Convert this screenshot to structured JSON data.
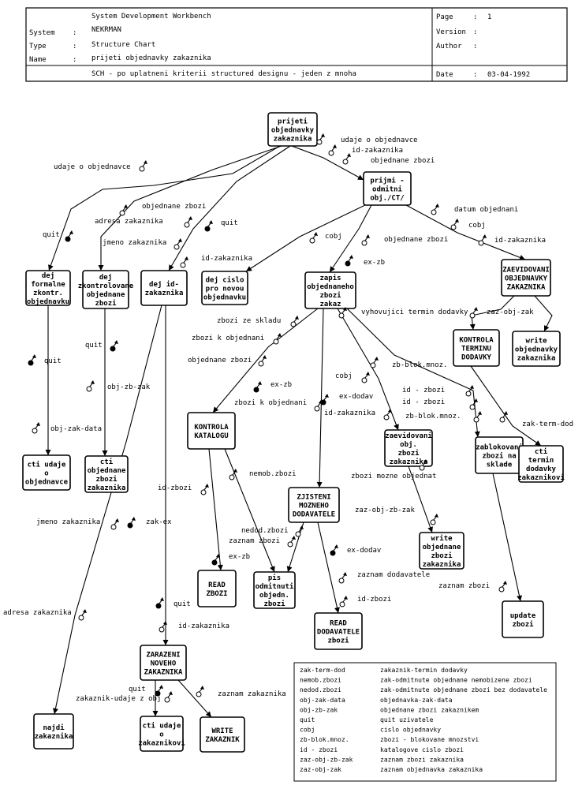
{
  "header": {
    "workbench": "System Development Workbench",
    "system_label": "System",
    "system_value": "NEKRMAN",
    "type_label": "Type",
    "type_value": "Structure Chart",
    "name_label": "Name",
    "name_value": "prijeti objednavky zakaznika",
    "description": "SCH - po uplatneni kriterii structured designu - jeden z mnoha",
    "page_label": "Page",
    "page_value": "1",
    "version_label": "Version",
    "version_value": "",
    "author_label": "Author",
    "author_value": "",
    "date_label": "Date",
    "date_value": "03-04-1992",
    "colon": ":"
  },
  "modules": {
    "prijeti": [
      "prijeti",
      "objednavky",
      "zakaznika"
    ],
    "prijmi": [
      "prijmi -",
      "odmitni",
      "obj./CT/"
    ],
    "dej_formalne": [
      "dej",
      "formalne",
      "zkontr.",
      "objednavku"
    ],
    "dej_zkontr": [
      "dej",
      "zkontrolovane",
      "objednane",
      "zbozi"
    ],
    "dej_id": [
      "dej id-",
      "zakaznika"
    ],
    "dej_cislo": [
      "dej cislo",
      "pro novou",
      "objednavku"
    ],
    "zapis": [
      "zapis",
      "objednaneho",
      "zbozi",
      "zakaz"
    ],
    "zaevidovani_obj": [
      "ZAEVIDOVANI",
      "OBJEDNAVKY",
      "ZAKAZNIKA"
    ],
    "kontrola_terminu": [
      "KONTROLA",
      "TERMINU",
      "DODAVKY"
    ],
    "write_obj_zak": [
      "write",
      "objednavky",
      "zakaznika"
    ],
    "cti_udaje_obj": [
      "cti udaje",
      "o",
      "objednavce"
    ],
    "cti_obj_zbozi": [
      "cti",
      "objednane",
      "zbozi",
      "zakaznika"
    ],
    "kontrola_katalogu": [
      "KONTROLA",
      "KATALOGU"
    ],
    "zjisteni": [
      "ZJISTENI",
      "MOZNEHO",
      "DODAVATELE"
    ],
    "zaevidovani_zbozi": [
      "zaevidovani",
      "obj.",
      "zbozi",
      "zakaznika"
    ],
    "zablokovani": [
      "zablokovani",
      "zbozi na",
      "sklade"
    ],
    "cti_termin": [
      "cti",
      "termin",
      "dodavky",
      "zakaznikovi"
    ],
    "read_zbozi": [
      "READ",
      "ZBOZI"
    ],
    "pis_odmitnuti": [
      "pis",
      "odmitnuti",
      "objedn.",
      "zbozi"
    ],
    "read_dodavatele": [
      "READ",
      "DODAVATELE",
      "zbozi"
    ],
    "write_objednane": [
      "write",
      "objednane",
      "zbozi",
      "zakaznika"
    ],
    "update_zbozi": [
      "update",
      "zbozi"
    ],
    "zarazeni": [
      "ZARAZENI",
      "NOVEHO",
      "ZAKAZNIKA"
    ],
    "najdi": [
      "najdi",
      "zakaznika"
    ],
    "cti_udaje_zak": [
      "cti udaje",
      "o",
      "zakaznikovi"
    ],
    "write_zakaznik": [
      "WRITE",
      "ZAKAZNIK"
    ]
  },
  "couples": {
    "udaje_o_objednavce": "udaje o objednavce",
    "id_zakaznika": "id-zakaznika",
    "objednane_zbozi": "objednane zbozi",
    "udaje_o_objednavce_2": "udaje o objednavce",
    "quit_1": "quit",
    "objednane_zbozi_2": "objednane zbozi",
    "adresa_zakaznika": "adresa zakaznika",
    "quit_2": "quit",
    "jmeno_zakaznika": "jmeno zakaznika",
    "id_zakaznika_2": "id-zakaznika",
    "cobj": "cobj",
    "objednane_zbozi_3": "objednane zbozi",
    "ex_zb": "ex-zb",
    "datum_objednani": "datum objednani",
    "cobj_2": "cobj",
    "id_zakaznika_3": "id-zakaznika",
    "quit_3": "quit",
    "quit_4": "quit",
    "obj_zb_zak": "obj-zb-zak",
    "obj_zak_data": "obj-zak-data",
    "zbozi_ze_skladu": "zbozi ze skladu",
    "zbozi_k_objednani": "zbozi k objednani",
    "objednane_zbozi_4": "objednane zbozi",
    "vyhovujici_termin": "vyhovujici termin dodavky",
    "zaz_obj_zak": "zaz-obj-zak",
    "zb_blok_mnoz": "zb-blok.mnoz.",
    "cobj_3": "cobj",
    "ex_dodav": "ex-dodav",
    "id_zakaznika_4": "id-zakaznika",
    "id_zbozi": "id - zbozi",
    "id_zbozi_2": "id - zbozi",
    "zb_blok_mnoz_2": "zb-blok.mnoz.",
    "ex_zb_2": "ex-zb",
    "zbozi_k_objednani_2": "zbozi k objednani",
    "zak_term_dod": "zak-term-dod",
    "id_zbozi_3": "id-zbozi",
    "nemob_zbozi": "nemob.zbozi",
    "zbozi_mozne": "zbozi mozne objednat",
    "jmeno_zakaznika_2": "jmeno zakaznika",
    "zak_ex": "zak-ex",
    "nedod_zbozi": "nedod.zbozi",
    "zaznam_zbozi": "zaznam zbozi",
    "zaz_obj_zb_zak": "zaz-obj-zb-zak",
    "ex_dodav_2": "ex-dodav",
    "ex_zb_3": "ex-zb",
    "zaznam_dodavatele": "zaznam dodavatele",
    "adresa_zakaznika_2": "adresa zakaznika",
    "quit_5": "quit",
    "id_zbozi_4": "id-zbozi",
    "zaznam_zbozi_2": "zaznam zbozi",
    "id_zakaznika_5": "id-zakaznika",
    "zakaznik_udaje": "zakaznik-udaje z obj",
    "quit_6": "quit",
    "zaznam_zakaznika": "zaznam zakaznika"
  },
  "legend": [
    {
      "abbr": "zak-term-dod",
      "meaning": "zakaznik-termin dodavky"
    },
    {
      "abbr": "nemob.zbozi",
      "meaning": "zak-odmitnute objednane nemobizene zbozi"
    },
    {
      "abbr": "nedod.zbozi",
      "meaning": "zak-odmitnute objednane zbozi bez dodavatele"
    },
    {
      "abbr": "obj-zak-data",
      "meaning": "objednavka-zak-data"
    },
    {
      "abbr": "obj-zb-zak",
      "meaning": "objednane zbozi zakaznikem"
    },
    {
      "abbr": "quit",
      "meaning": "quit uzivatele"
    },
    {
      "abbr": "cobj",
      "meaning": "cislo objednavky"
    },
    {
      "abbr": "zb-blok.mnoz.",
      "meaning": "zbozi - blokovane mnozstvi"
    },
    {
      "abbr": "id - zbozi",
      "meaning": "katalogove cislo zbozi"
    },
    {
      "abbr": "zaz-obj-zb-zak",
      "meaning": "zaznam zbozi zakaznika"
    },
    {
      "abbr": "zaz-obj-zak",
      "meaning": "zaznam objednavka zakaznika"
    }
  ]
}
